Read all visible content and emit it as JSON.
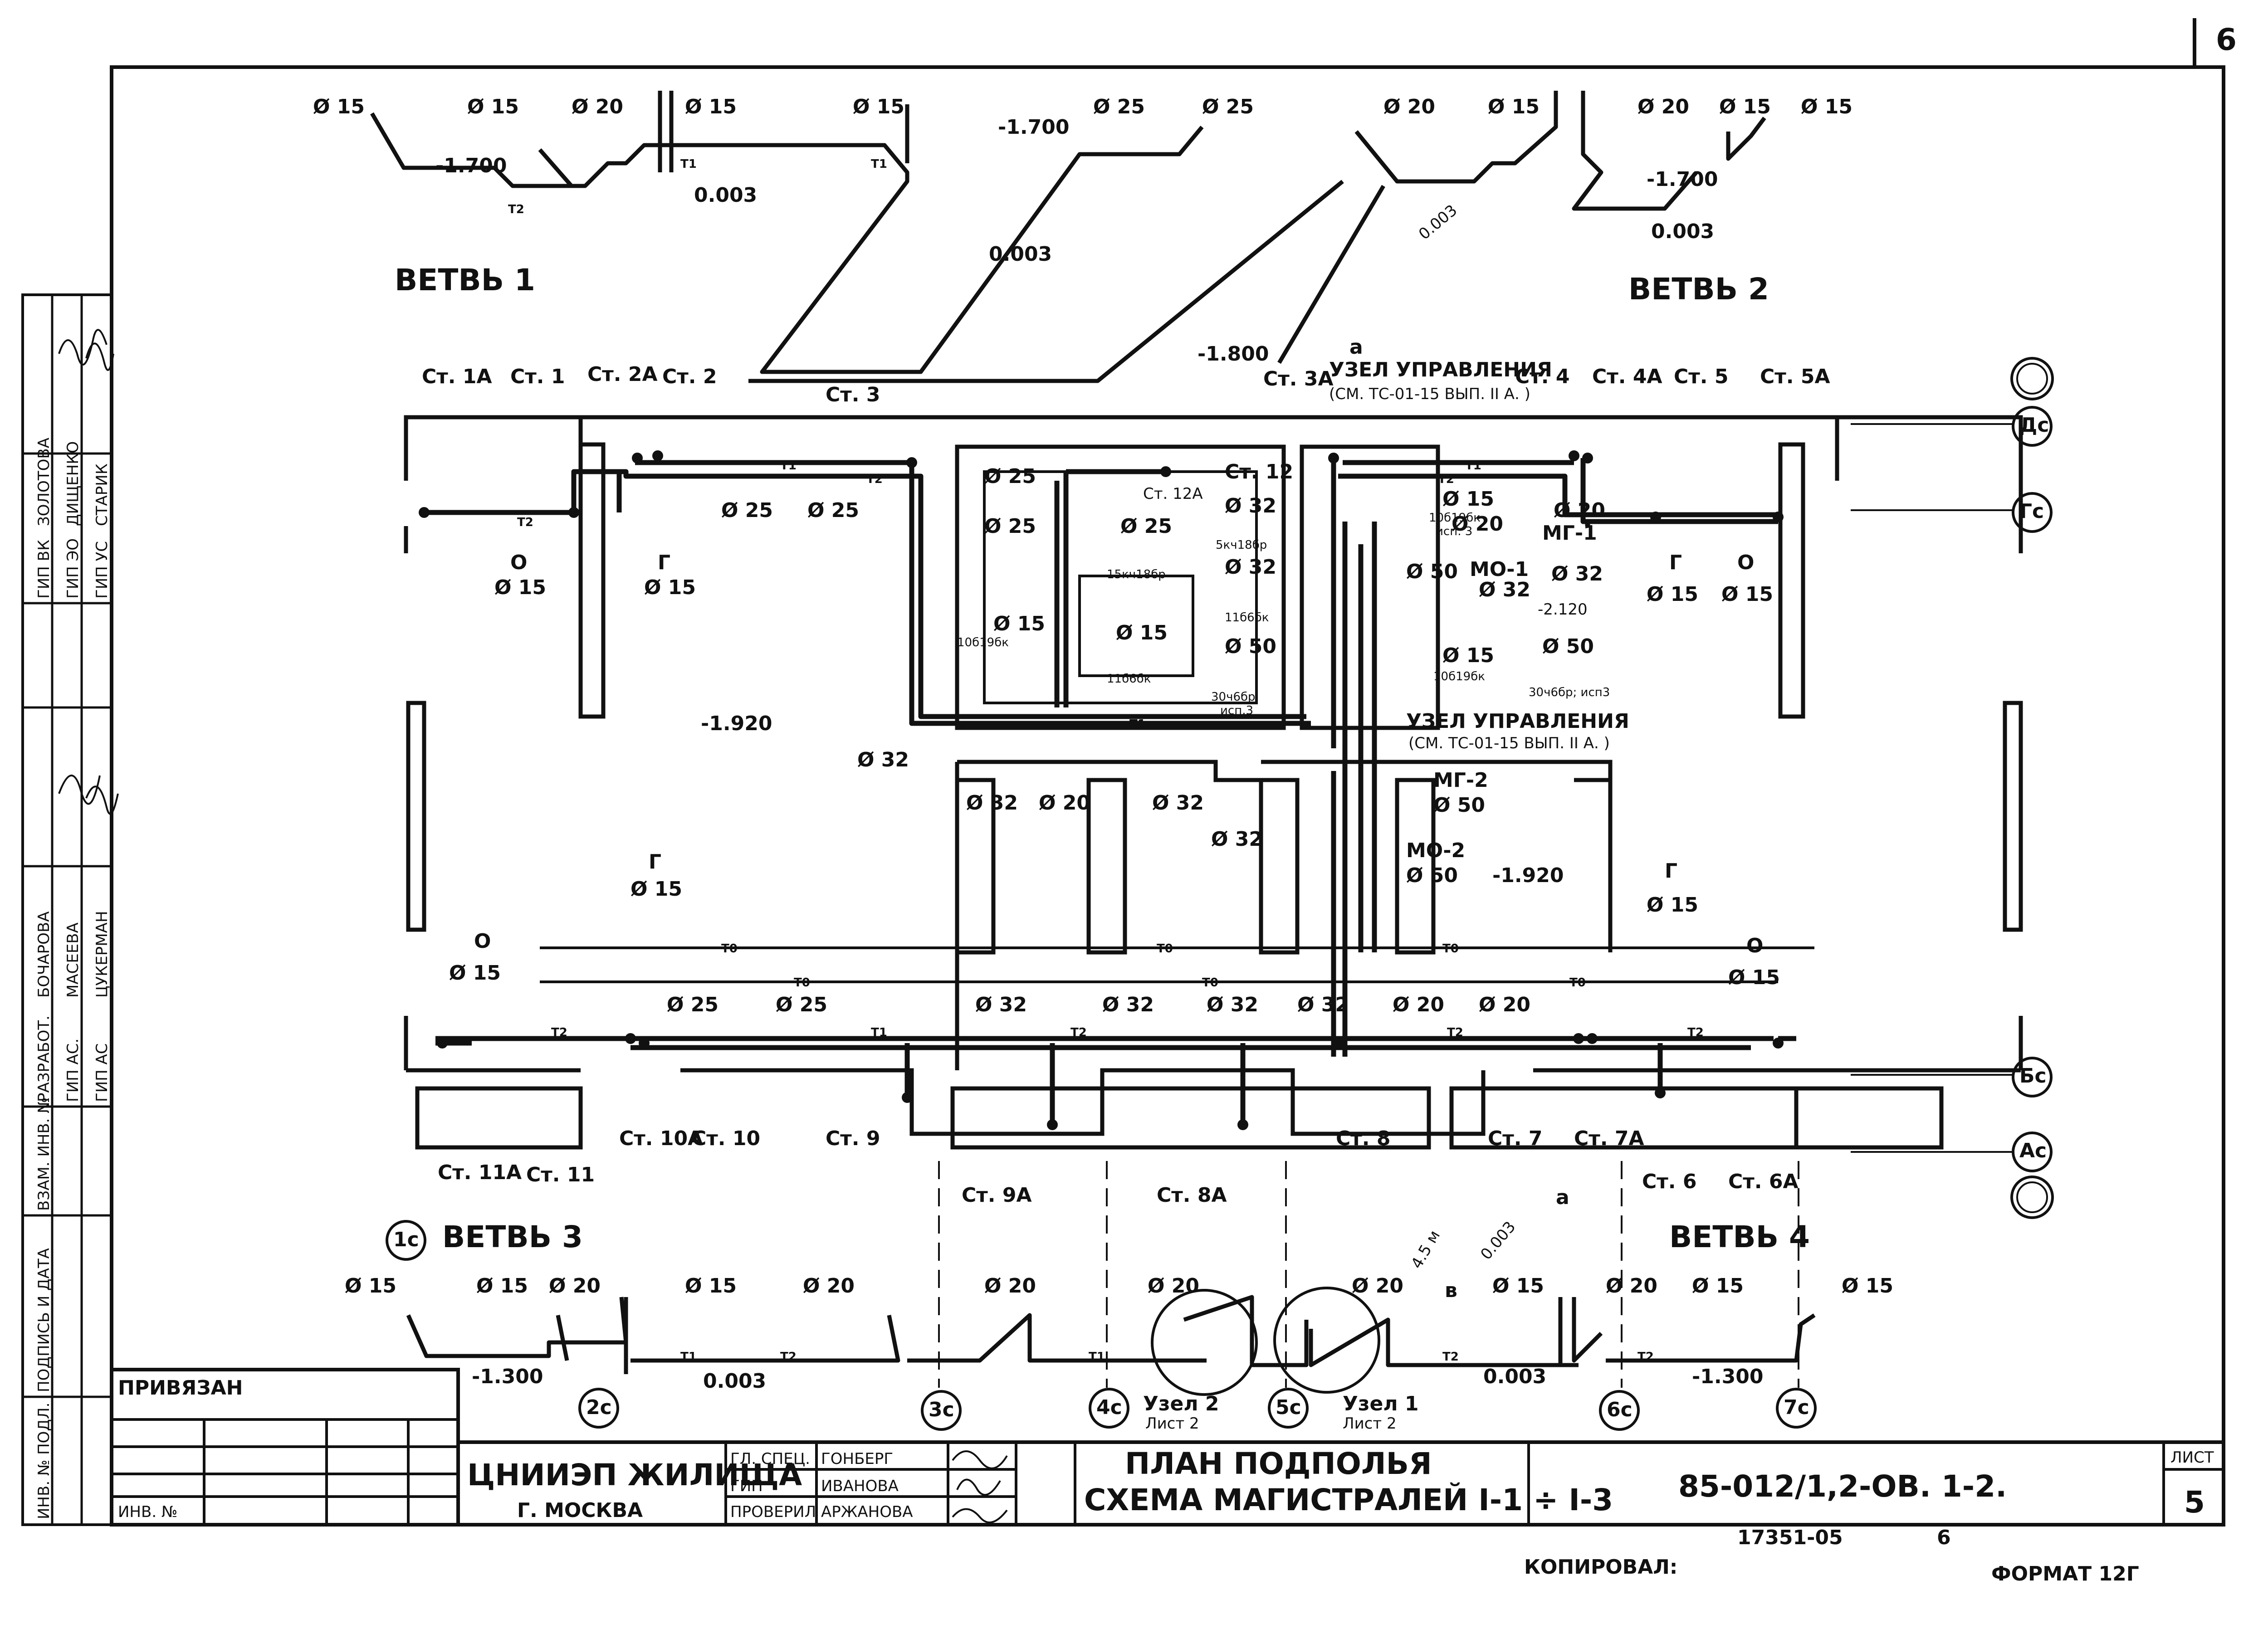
{
  "sheet_number_corner": "6",
  "branches": [
    "ВЕТВЬ 1",
    "ВЕТВЬ 2",
    "ВЕТВЬ 3",
    "ВЕТВЬ 4"
  ],
  "risers_top": [
    "Ст. 1А",
    "Ст. 1",
    "Ст. 2А",
    "Ст. 2",
    "Ст. 3",
    "Ст. 3А",
    "Ст. 4",
    "Ст. 4А",
    "Ст. 5",
    "Ст. 5А",
    "Ст. 12",
    "Ст. 12А"
  ],
  "risers_bottom": [
    "Ст. 11А",
    "Ст. 11",
    "Ст. 10А",
    "Ст. 10",
    "Ст. 9",
    "Ст. 9А",
    "Ст. 8А",
    "Ст. 8",
    "Ст. 7",
    "Ст. 7А",
    "Ст. 6",
    "Ст. 6А"
  ],
  "axes_right": [
    "Дс",
    "Гс",
    "Бс",
    "Ас"
  ],
  "axes_bottom": [
    "1с",
    "2с",
    "3с",
    "4с",
    "5с",
    "6с",
    "7с"
  ],
  "levels": [
    "-1.300",
    "-1.700",
    "-1.800",
    "-1.920",
    "-2.120"
  ],
  "slopes": [
    "0.003",
    "0.003",
    "0.003",
    "0.003"
  ],
  "diameters": [
    "Ø 15",
    "Ø 20",
    "Ø 25",
    "Ø 32",
    "Ø 50",
    "Ø"
  ],
  "pipe_tags": [
    "Т1",
    "Т2",
    "Т0"
  ],
  "control_unit_1": "УЗЕЛ УПРАВЛЕНИЯ",
  "control_unit_1_ref": "(СМ. ТС-01-15 ВЫП. II А. )",
  "control_unit_2": "УЗЕЛ УПРАВЛЕНИЯ",
  "control_unit_2_ref": "(СМ. ТС-01-15 ВЫП. II А. )",
  "nodes": [
    "Узел 2",
    "Лист 2",
    "Узел 1",
    "Лист 2"
  ],
  "equipment": [
    "15кч18бр",
    "11б6бк",
    "10б19бк",
    "30ч6бр",
    "исп.3",
    "5кч18бр",
    "11б6бк",
    "10б19бк",
    "исп. 3",
    "30ч6бр; исп3"
  ],
  "node_labels": [
    "МО-1",
    "МГ-1",
    "МГ-2",
    "МО-2",
    "О",
    "Г"
  ],
  "detail_refs": [
    "а",
    "в",
    "4.5 м"
  ],
  "stamp_side": {
    "rows": [
      {
        "role": "ГИП ВК",
        "name": "ЗОЛОТОВА"
      },
      {
        "role": "ГИП ЭО",
        "name": "ДИЩЕНКО"
      },
      {
        "role": "ГИП УС",
        "name": "СТАРИК"
      },
      {
        "role": "РАЗРАБОТ.",
        "name": "БОЧАРОВА"
      },
      {
        "role": "ГИП АС.",
        "name": "МАСЕЕВА"
      },
      {
        "role": "ГИП АС",
        "name": "ЦУКЕРМАН"
      }
    ],
    "columns": [
      "ВЗАМ. ИНВ. №",
      "ПОДПИСЬ И ДАТА",
      "ИНВ. № ПОДЛ."
    ]
  },
  "title_block": {
    "bound": "ПРИВЯЗАН",
    "inv": "ИНВ. №",
    "org": "ЦНИИЭП ЖИЛИЩА",
    "city": "Г. МОСКВА",
    "roles": [
      {
        "role": "ГЛ. СПЕЦ.",
        "name": "ГОНБЕРГ"
      },
      {
        "role": "ГИП",
        "name": "ИВАНОВА"
      },
      {
        "role": "ПРОВЕРИЛ",
        "name": "АРЖАНОВА"
      }
    ],
    "title_line1": "ПЛАН ПОДПОЛЬЯ",
    "title_line2": "СХЕМА МАГИСТРАЛЕЙ I-1 ÷ I-3",
    "doc_code": "85-012/1,2-ОВ. 1-2.",
    "sheet_label": "ЛИСТ",
    "sheet_no": "5"
  },
  "footer": {
    "copied": "КОПИРОВАЛ:",
    "copy_no": "17351-05",
    "copy_sheet": "6",
    "format": "ФОРМАТ 12Г"
  }
}
